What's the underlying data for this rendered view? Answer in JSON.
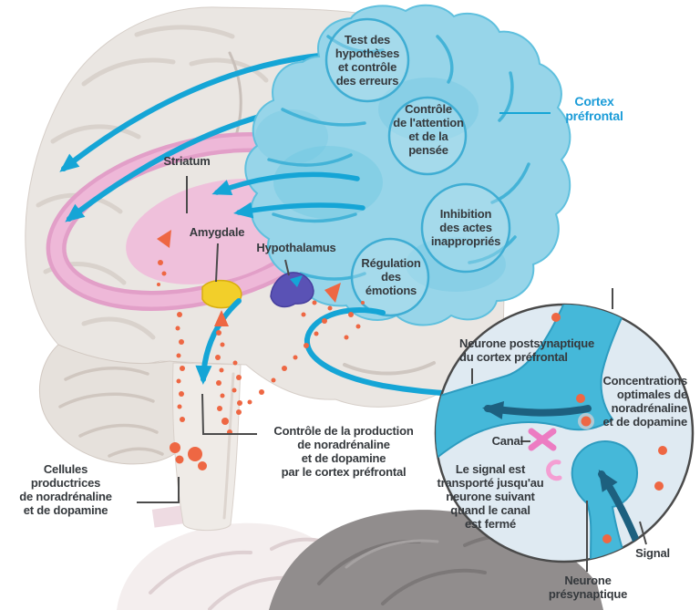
{
  "diagram": {
    "labels": {
      "striatum": "Striatum",
      "amygdala": "Amygdale",
      "hypothalamus": "Hypothalamus",
      "cortex_prefrontal": "Cortex\npréfrontal",
      "production_control": "Contrôle de la production\nde noradrénaline\net de dopamine\npar le cortex préfrontal",
      "producer_cells": "Cellules\nproductrices\nde noradrénaline\net de dopamine"
    },
    "cortex_functions": [
      "Test des\nhypothèses\net contrôle\ndes erreurs",
      "Contrôle\nde l'attention\net de la\npensée",
      "Inhibition\ndes actes\ninappropriés",
      "Régulation\ndes\némotions"
    ],
    "inset": {
      "postsynaptic": "Neurone postsynaptique\ndu cortex préfrontal",
      "concentrations": "Concentrations\noptimales de\nnoradrénaline\net de dopamine",
      "canal": "Canal",
      "signal_transport": "Le signal est\ntransporté jusqu'au\nneurone suivant\nquand le canal\nest fermé",
      "signal": "Signal",
      "presynaptic": "Neurone\nprésynaptique"
    },
    "colors": {
      "accent_cyan": "#15a5d6",
      "cortex_blue": "#97d5e9",
      "label_cyan": "#1b9cd8",
      "striatum_pink": "#e6a7cd",
      "amygdala_yellow": "#f2cf2a",
      "hypothalamus_purple": "#5a52b5",
      "dopamine_orange": "#ee6743",
      "channel_pink": "#ec7cc2",
      "dark_arrow_teal": "#1d607f",
      "inset_background": "#dfeaf2",
      "brain_gray": "#eae6e2",
      "dark_brain_gray": "#918d8d",
      "text_dark": "#35393d"
    }
  }
}
